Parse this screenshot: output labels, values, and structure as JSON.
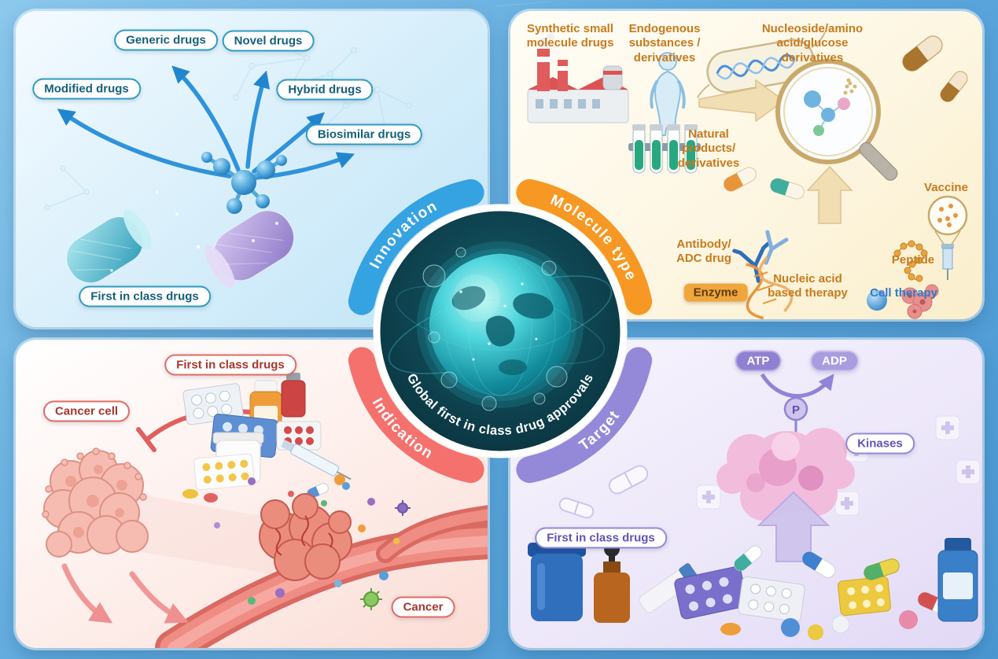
{
  "center": {
    "curved_title": "Global first in class drug approvals"
  },
  "innovation": {
    "arc_label": "Innovation",
    "color": "#35a2e2",
    "badges": {
      "generic": "Generic drugs",
      "novel": "Novel drugs",
      "modified": "Modified drugs",
      "hybrid": "Hybrid drugs",
      "biosimilar": "Biosimilar drugs",
      "first_in_class": "First in class drugs"
    }
  },
  "molecule_type": {
    "arc_label": "Molecule type",
    "color": "#f79824",
    "labels": {
      "synthetic": "Synthetic small molecule drugs",
      "endogenous": "Endogenous substances / derivatives",
      "nucleoside": "Nucleoside/amino acid/glucose derivatives",
      "natural": "Natural products/ derivatives",
      "vaccine": "Vaccine",
      "antibody": "Antibody/ ADC drug",
      "enzyme": "Enzyme",
      "nucleic_acid": "Nucleic acid based therapy",
      "peptide": "Peptide",
      "cell_therapy": "Cell therapy"
    }
  },
  "indication": {
    "arc_label": "Indication",
    "color": "#f4716e",
    "badges": {
      "first_in_class": "First in class drugs",
      "cancer_cell": "Cancer cell",
      "cancer": "Cancer"
    }
  },
  "target": {
    "arc_label": "Target",
    "color": "#9488d8",
    "labels": {
      "atp": "ATP",
      "adp": "ADP",
      "phosphate": "P",
      "kinases": "Kinases",
      "first_in_class": "First in class drugs"
    }
  }
}
